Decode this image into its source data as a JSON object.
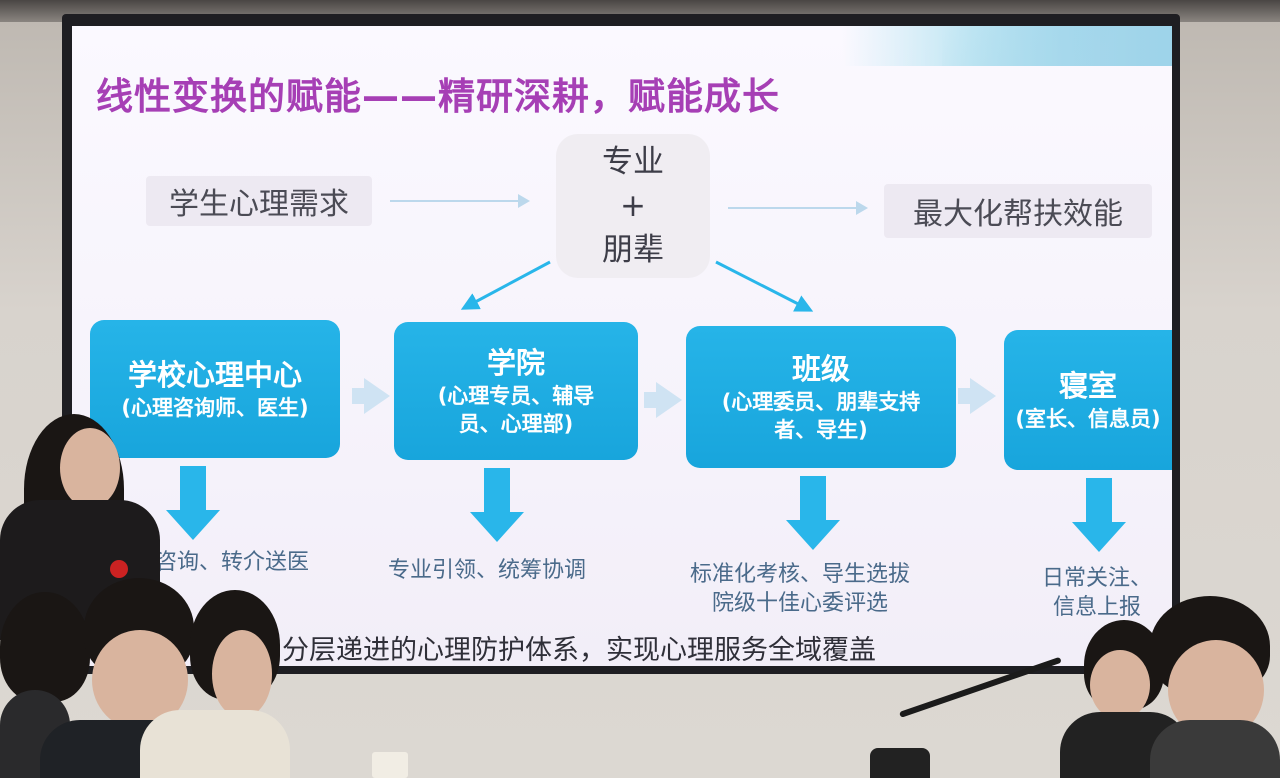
{
  "slide": {
    "title": "线性变换的赋能——精研深耕，赋能成长",
    "input_label": "学生心理需求",
    "center_line1": "专业",
    "center_line2": "+",
    "center_line3": "朋辈",
    "output_label": "最大化帮扶效能",
    "levels": [
      {
        "name": "学校心理中心",
        "members": "(心理咨询师、医生)",
        "action1": "咨询、转介送医",
        "action2": ""
      },
      {
        "name": "学院",
        "members_line1": "(心理专员、辅导",
        "members_line2": "员、心理部)",
        "action1": "专业引领、统筹协调",
        "action2": ""
      },
      {
        "name": "班级",
        "members_line1": "(心理委员、朋辈支持",
        "members_line2": "者、导生)",
        "action1": "标准化考核、导生选拔",
        "action2": "院级十佳心委评选"
      },
      {
        "name": "寝室",
        "members": "(室长、信息员)",
        "action1": "日常关注、",
        "action2": "信息上报"
      }
    ],
    "footer": "分层递进的心理防护体系，实现心理服务全域覆盖"
  },
  "colors": {
    "title": "#a63fb5",
    "box_blue": "#1ba8de",
    "arrow_blue": "#29b6ea",
    "slide_bg": "#f8f6fc"
  }
}
